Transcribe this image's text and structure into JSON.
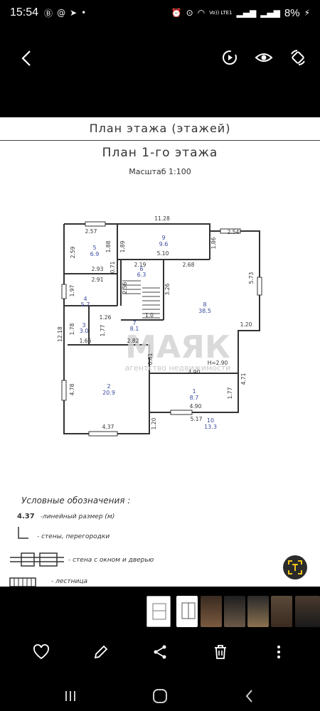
{
  "status": {
    "time": "15:54",
    "battery": "8%",
    "network_label": "Vo)) LTE1"
  },
  "document": {
    "header": "План этажа (этажей)",
    "plan_title": "План 1-го этажа",
    "scale": "Масштаб 1:100",
    "watermark_main": "МАЯК",
    "watermark_sub": "агентство недвижимости",
    "dimensions": {
      "top": "11.28",
      "left": "12.18",
      "bottom": "4.37",
      "d1": "2.57",
      "d2": "2.59",
      "d3": "1.88",
      "d4": "1.89",
      "d5": "5.10",
      "d6": "2.54",
      "d7": "1.86",
      "d8": "2.93",
      "d9": "0.71",
      "d10": "2.19",
      "d11": "2.68",
      "d12": "5.73",
      "d13": "2.91",
      "d14": "1.97",
      "d15": "2.56",
      "d16": "3.26",
      "d17": "1.0",
      "d18": "1.26",
      "d19": "1.78",
      "d20": "1.77",
      "d21": "1.66",
      "d22": "2.82",
      "d23": "1.20",
      "d24": "H=2.90",
      "d25": "4.90",
      "d26": "4.78",
      "d27": "4.71",
      "d28": "1.77",
      "d29": "4.90",
      "d30": "1.20",
      "d31": "5.17",
      "d32": "0.81"
    },
    "rooms": [
      {
        "num": "5",
        "area": "6.9"
      },
      {
        "num": "9",
        "area": "9.6"
      },
      {
        "num": "6",
        "area": "6.3"
      },
      {
        "num": "4",
        "area": "5.7"
      },
      {
        "num": "8",
        "area": "38.5"
      },
      {
        "num": "3",
        "area": "3.0"
      },
      {
        "num": "7",
        "area": "8.1"
      },
      {
        "num": "2",
        "area": "20.9"
      },
      {
        "num": "1",
        "area": "8.7"
      },
      {
        "num": "10",
        "area": "13.3"
      }
    ],
    "legend": {
      "title": "Условные обозначения :",
      "items": [
        {
          "num": "4.37",
          "text": "-линейный размер (м)"
        },
        {
          "num": "",
          "text": "- стены, перегородки"
        },
        {
          "num": "",
          "text": "- стена с окном и дверью"
        },
        {
          "num": "",
          "text": "- лестница"
        }
      ]
    }
  },
  "icons": {
    "back": "back-arrow-icon",
    "remaster": "remaster-icon",
    "view": "eye-icon",
    "rotate": "rotate-icon",
    "ocr": "text-extract-icon",
    "favorite": "heart-icon",
    "edit": "pencil-icon",
    "share": "share-icon",
    "delete": "trash-icon",
    "more": "more-vertical-icon"
  },
  "colors": {
    "accent_ocr": "#f0c419",
    "room_label": "#3a4a9e"
  }
}
